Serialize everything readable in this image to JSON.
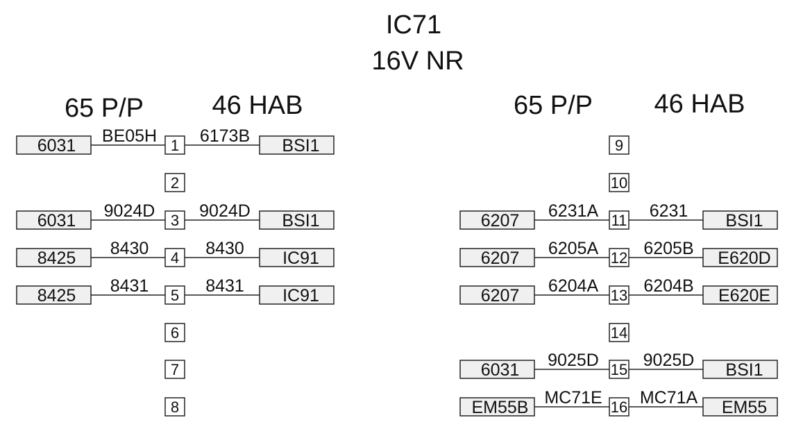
{
  "title": "IC71",
  "subtitle": "16V NR",
  "left": {
    "header_left": "65 P/P",
    "header_right": "46 HAB",
    "rows": [
      {
        "pin": "1",
        "from": "6031",
        "wire_left": "BE05H",
        "wire_right": "6173B",
        "to": "BSI1"
      },
      {
        "pin": "2",
        "from": "",
        "wire_left": "",
        "wire_right": "",
        "to": ""
      },
      {
        "pin": "3",
        "from": "6031",
        "wire_left": "9024D",
        "wire_right": "9024D",
        "to": "BSI1"
      },
      {
        "pin": "4",
        "from": "8425",
        "wire_left": "8430",
        "wire_right": "8430",
        "to": "IC91"
      },
      {
        "pin": "5",
        "from": "8425",
        "wire_left": "8431",
        "wire_right": "8431",
        "to": "IC91"
      },
      {
        "pin": "6",
        "from": "",
        "wire_left": "",
        "wire_right": "",
        "to": ""
      },
      {
        "pin": "7",
        "from": "",
        "wire_left": "",
        "wire_right": "",
        "to": ""
      },
      {
        "pin": "8",
        "from": "",
        "wire_left": "",
        "wire_right": "",
        "to": ""
      }
    ]
  },
  "right": {
    "header_left": "65 P/P",
    "header_right": "46 HAB",
    "rows": [
      {
        "pin": "9",
        "from": "",
        "wire_left": "",
        "wire_right": "",
        "to": ""
      },
      {
        "pin": "10",
        "from": "",
        "wire_left": "",
        "wire_right": "",
        "to": ""
      },
      {
        "pin": "11",
        "from": "6207",
        "wire_left": "6231A",
        "wire_right": "6231",
        "to": "BSI1"
      },
      {
        "pin": "12",
        "from": "6207",
        "wire_left": "6205A",
        "wire_right": "6205B",
        "to": "E620D"
      },
      {
        "pin": "13",
        "from": "6207",
        "wire_left": "6204A",
        "wire_right": "6204B",
        "to": "E620E"
      },
      {
        "pin": "14",
        "from": "",
        "wire_left": "",
        "wire_right": "",
        "to": ""
      },
      {
        "pin": "15",
        "from": "6031",
        "wire_left": "9025D",
        "wire_right": "9025D",
        "to": "BSI1"
      },
      {
        "pin": "16",
        "from": "EM55B",
        "wire_left": "MC71E",
        "wire_right": "MC71A",
        "to": "EM55"
      }
    ]
  }
}
